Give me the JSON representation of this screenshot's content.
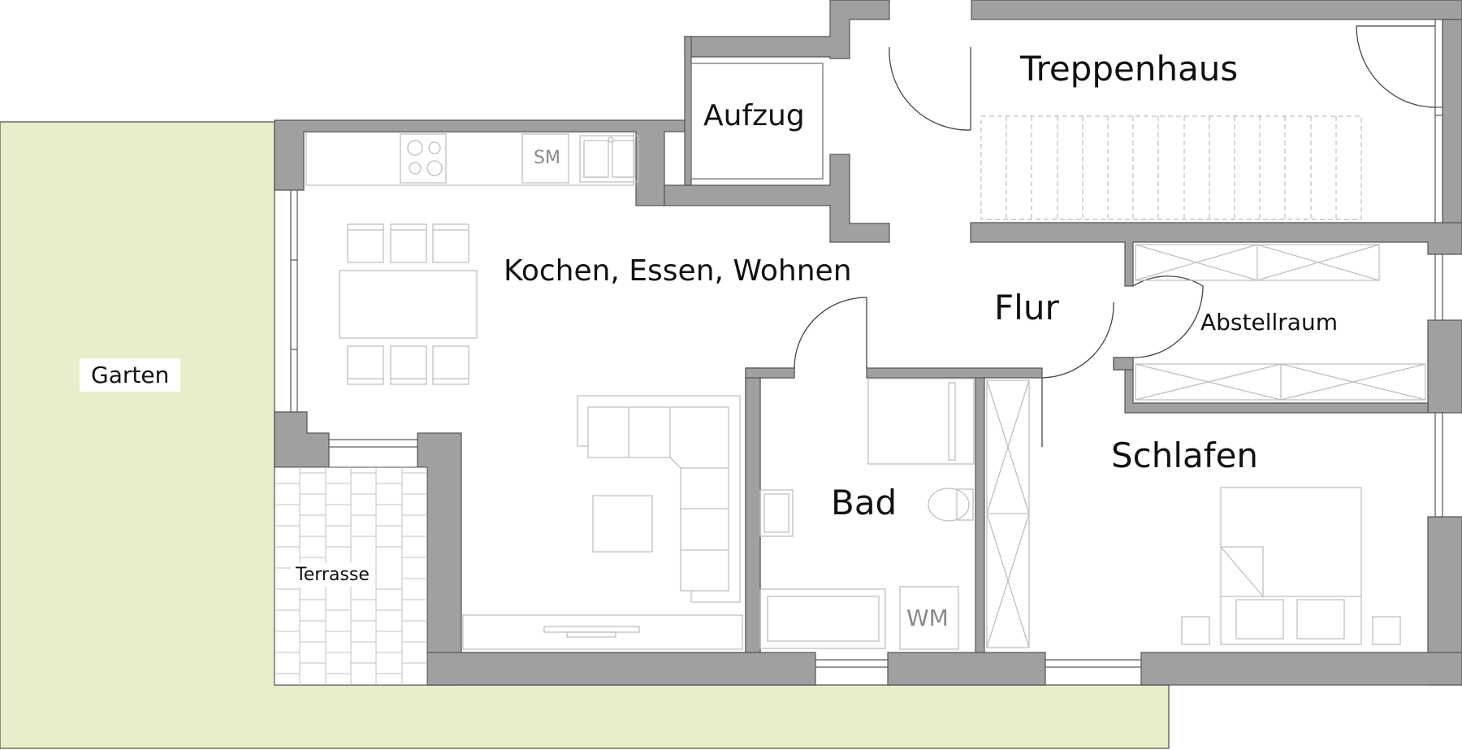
{
  "plan": {
    "colors": {
      "wall": "#a0a0a0",
      "wall_stroke": "#555555",
      "garden": "#e6eecb",
      "furniture": "#bfbfbf",
      "stairs_dashed": "#bdbdbd",
      "label": "#111111",
      "appliance_label": "#8a8a8a"
    },
    "rooms": {
      "garten": "Garten",
      "terrasse": "Terrasse",
      "kochen_essen_wohnen": "Kochen, Essen, Wohnen",
      "aufzug": "Aufzug",
      "treppenhaus": "Treppenhaus",
      "flur": "Flur",
      "abstellraum": "Abstellraum",
      "bad": "Bad",
      "schlafen": "Schlafen"
    },
    "appliances": {
      "spuelmaschine": "SM",
      "waschmaschine": "WM"
    },
    "stairs": {
      "tread_count": 15
    }
  }
}
